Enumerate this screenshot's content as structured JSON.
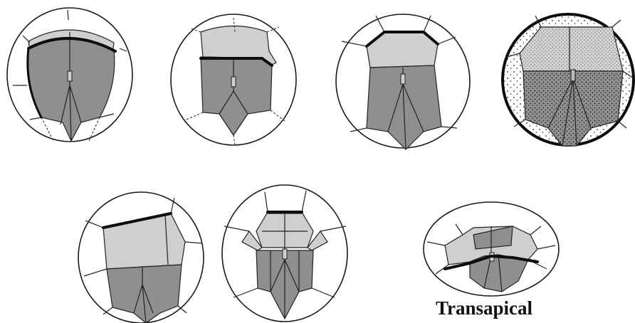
{
  "caption": "Transapical",
  "colors": {
    "background": "#ffffff",
    "light_cell": "#cfcfcf",
    "dark_cell": "#8f8f8f",
    "outline": "#1a1a1a"
  },
  "figures": [
    {
      "name": "diagram-1"
    },
    {
      "name": "diagram-2"
    },
    {
      "name": "diagram-3"
    },
    {
      "name": "diagram-4-stippled"
    },
    {
      "name": "diagram-5"
    },
    {
      "name": "diagram-6"
    },
    {
      "name": "diagram-7-transapical"
    }
  ]
}
